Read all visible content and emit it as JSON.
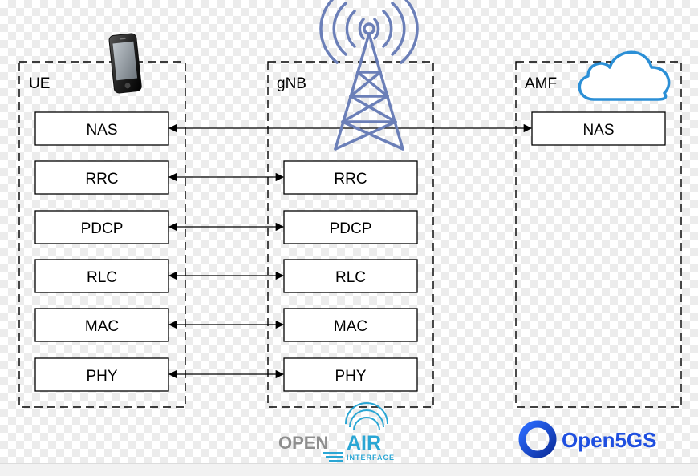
{
  "ue": {
    "title": "UE",
    "layers": [
      "NAS",
      "RRC",
      "PDCP",
      "RLC",
      "MAC",
      "PHY"
    ]
  },
  "gnb": {
    "title": "gNB",
    "layers": [
      "RRC",
      "PDCP",
      "RLC",
      "MAC",
      "PHY"
    ]
  },
  "amf": {
    "title": "AMF",
    "layers": [
      "NAS"
    ]
  },
  "logos": {
    "oai_open": "OPEN",
    "oai_air": "AIR",
    "oai_interface": "INTERFACE",
    "open5gs": "Open5GS"
  },
  "colors": {
    "antenna": "#6b7fb8",
    "cloud": "#2b8fd6",
    "open5gs_blue": "#1f4fe0",
    "oai_grey": "#8e8e8e",
    "oai_cyan": "#2aa6d4"
  }
}
